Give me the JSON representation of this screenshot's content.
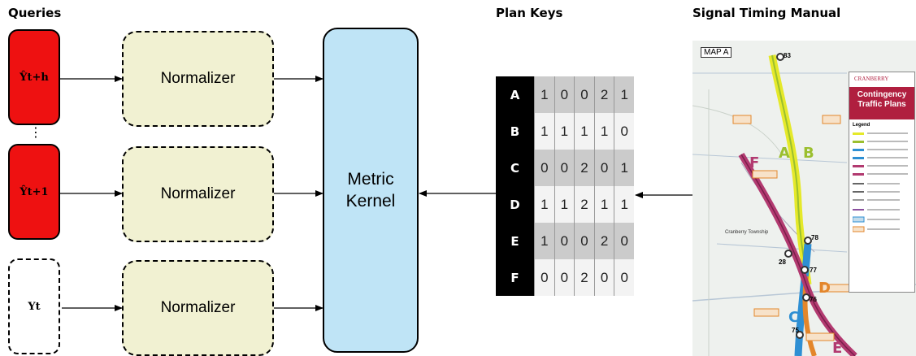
{
  "headers": {
    "queries": "Queries",
    "plan_keys": "Plan Keys",
    "signal_manual": "Signal Timing Manual"
  },
  "queries": [
    {
      "label": "Ŷt+h",
      "style": "filled-red"
    },
    {
      "label": "Ŷt+1",
      "style": "filled-red"
    },
    {
      "label": "Yt",
      "style": "dashed-white"
    }
  ],
  "ellipsis": "⋮",
  "normalizer_label": "Normalizer",
  "kernel": {
    "line1": "Metric",
    "line2": "Kernel"
  },
  "plan_keys": [
    {
      "key": "A",
      "digits": [
        "1",
        "0",
        "0",
        "2",
        "1"
      ]
    },
    {
      "key": "B",
      "digits": [
        "1",
        "1",
        "1",
        "1",
        "0"
      ]
    },
    {
      "key": "C",
      "digits": [
        "0",
        "0",
        "2",
        "0",
        "1"
      ]
    },
    {
      "key": "D",
      "digits": [
        "1",
        "1",
        "2",
        "1",
        "1"
      ]
    },
    {
      "key": "E",
      "digits": [
        "1",
        "0",
        "0",
        "2",
        "0"
      ]
    },
    {
      "key": "F",
      "digits": [
        "0",
        "0",
        "2",
        "0",
        "0"
      ]
    }
  ],
  "map": {
    "title": "MAP A",
    "brand": "CRANBERRY",
    "legend_title": "Contingency Traffic Plans",
    "legend_heading": "Legend",
    "place_label": "Cranberry Township",
    "plan_letters": [
      "A",
      "B",
      "C",
      "D",
      "E",
      "F"
    ],
    "route_numbers": [
      "83",
      "78",
      "77",
      "76",
      "75",
      "28"
    ],
    "colors": {
      "yellow_route": "#e5e92a",
      "blue_route": "#2e8fd3",
      "purple_route": "#b23a70",
      "orange_route": "#e3862b"
    }
  },
  "colors": {
    "query_red": "#ee1111",
    "normalizer_fill": "#f1f1d2",
    "kernel_fill": "#bfe4f6"
  }
}
